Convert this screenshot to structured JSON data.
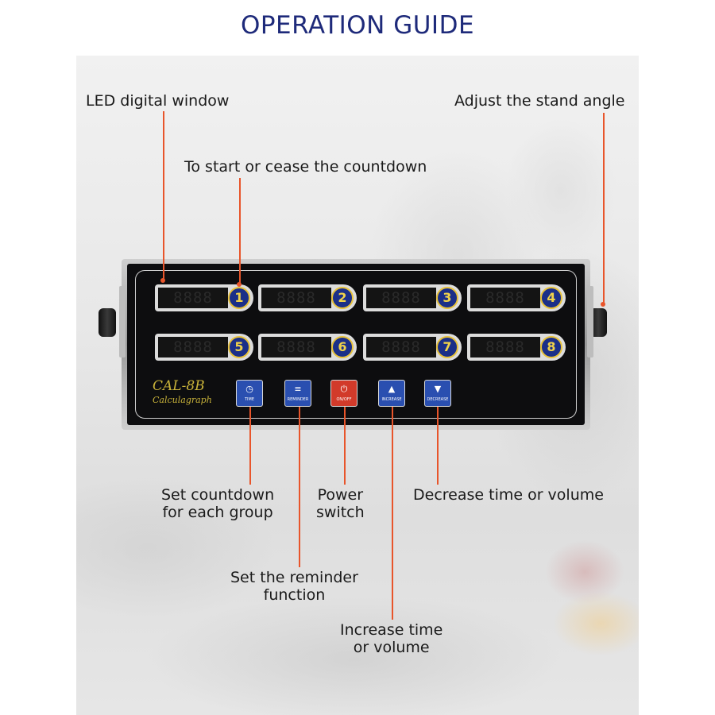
{
  "title": "OPERATION GUIDE",
  "labels": {
    "led_window": "LED digital window",
    "stand_angle": "Adjust the stand angle",
    "start_cease": "To start or cease the countdown",
    "set_countdown": [
      "Set countdown",
      "for each group"
    ],
    "power_switch": [
      "Power",
      "switch"
    ],
    "decrease": "Decrease time or volume",
    "reminder": [
      "Set the reminder",
      "function"
    ],
    "increase": [
      "Increase time",
      "or volume"
    ]
  },
  "device": {
    "model": "CAL-8B",
    "subtitle": "Calculagraph",
    "timers": [
      {
        "display": "8888",
        "number": "1"
      },
      {
        "display": "8888",
        "number": "2"
      },
      {
        "display": "8888",
        "number": "3"
      },
      {
        "display": "8888",
        "number": "4"
      },
      {
        "display": "8888",
        "number": "5"
      },
      {
        "display": "8888",
        "number": "6"
      },
      {
        "display": "8888",
        "number": "7"
      },
      {
        "display": "8888",
        "number": "8"
      }
    ],
    "buttons": [
      {
        "caption": "TIME",
        "icon": "clock-icon",
        "color": "#2a4fb0"
      },
      {
        "caption": "REMINDER",
        "icon": "reminder-icon",
        "color": "#2a4fb0"
      },
      {
        "caption": "ON/OFF",
        "icon": "power-icon",
        "color": "#d23a2a"
      },
      {
        "caption": "INCREASE",
        "icon": "up-arrow-icon",
        "color": "#2a4fb0"
      },
      {
        "caption": "DECREASE",
        "icon": "down-arrow-icon",
        "color": "#2a4fb0"
      }
    ]
  },
  "colors": {
    "title": "#1e2a7a",
    "callout_line": "#e8552b",
    "panel": "#0d0d0f",
    "number_badge": "#1b2f88",
    "brand_text": "#c9b33a"
  }
}
